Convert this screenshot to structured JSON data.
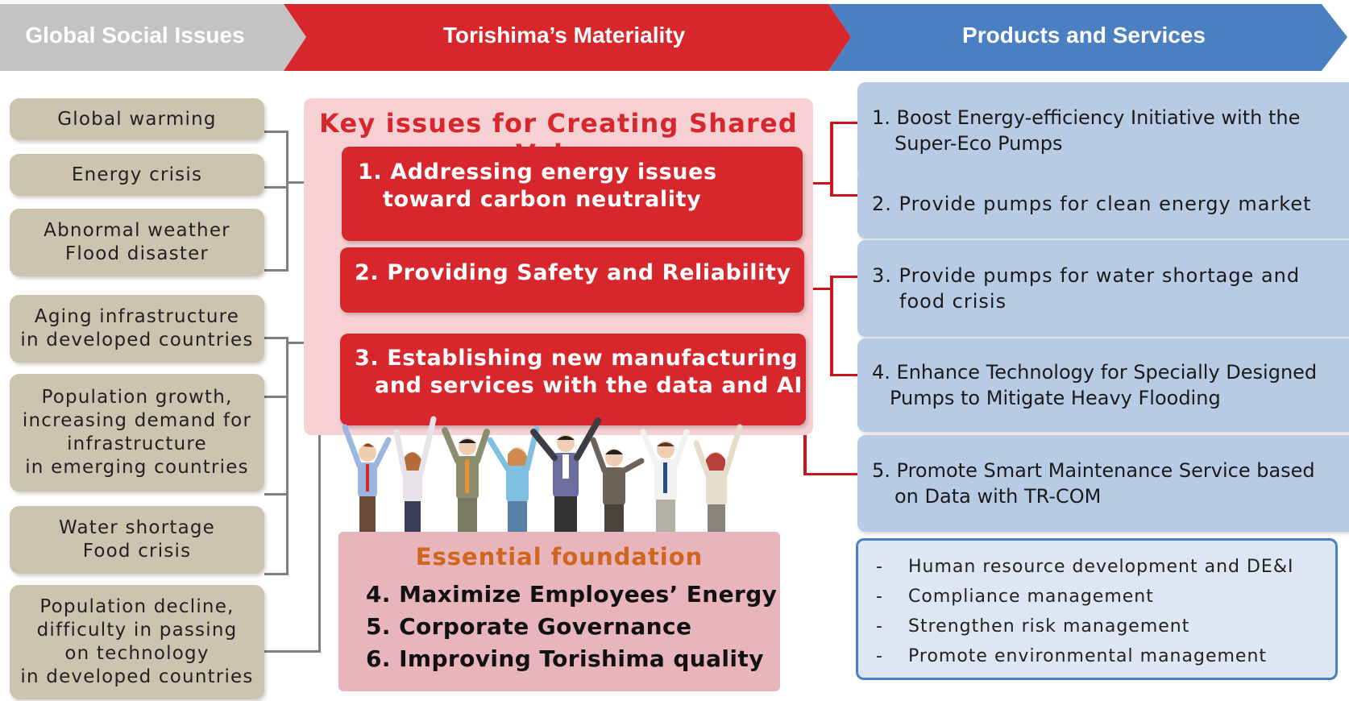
{
  "colors": {
    "header_grey": "#c3c3c3",
    "header_red": "#d7262c",
    "header_blue": "#4a7fc1",
    "issue_box": "#cdc4b0",
    "key_issues_bg": "#f6d0d3",
    "materiality_red": "#d7262c",
    "product_box": "#b7cce4",
    "foundation_bg": "#e8b5bc",
    "foundation_title": "#d0651f",
    "connector_red": "#c8161d",
    "connector_grey": "#7f7f7f"
  },
  "header": {
    "col1": "Global Social Issues",
    "col2": "Torishima’s Materiality",
    "col3": "Products and Services"
  },
  "social_issues": [
    {
      "lines": [
        "Global warming"
      ]
    },
    {
      "lines": [
        "Energy crisis"
      ]
    },
    {
      "lines": [
        "Abnormal weather",
        "Flood disaster"
      ]
    },
    {
      "lines": [
        "Aging infrastructure",
        "in developed countries"
      ]
    },
    {
      "lines": [
        "Population growth,",
        "increasing demand for",
        "infrastructure",
        "in emerging countries"
      ]
    },
    {
      "lines": [
        "Water shortage",
        "Food crisis"
      ]
    },
    {
      "lines": [
        "Population decline,",
        "difficulty in passing",
        "on technology",
        "in developed countries"
      ]
    }
  ],
  "key_issues": {
    "title": "Key issues for Creating Shared Value",
    "items": [
      {
        "lines": [
          "1. Addressing energy issues",
          "toward carbon neutrality"
        ]
      },
      {
        "lines": [
          "2. Providing Safety and Reliability"
        ]
      },
      {
        "lines": [
          "3. Establishing new manufacturing",
          "and  services with the data and AI"
        ]
      }
    ]
  },
  "illustration": {
    "icon": "cheering-people-illustration"
  },
  "foundation": {
    "title": "Essential foundation",
    "items": [
      "4. Maximize Employees’ Energy",
      "5. Corporate Governance",
      "6. Improving Torishima quality"
    ]
  },
  "products": [
    {
      "lines": [
        "1. Boost Energy-efficiency Initiative with the",
        "Super-Eco Pumps"
      ]
    },
    {
      "lines": [
        "2. Provide pumps for clean energy market"
      ]
    },
    {
      "lines": [
        "3. Provide pumps for water shortage and",
        "food crisis"
      ]
    },
    {
      "lines": [
        "4. Enhance Technology for Specially Designed",
        "Pumps to Mitigate Heavy Flooding"
      ]
    },
    {
      "lines": [
        "5. Promote Smart Maintenance Service based",
        "on Data with TR-COM"
      ]
    }
  ],
  "foundation_initiatives": {
    "bullet": "-",
    "items": [
      "Human resource development and DE&I",
      "Compliance management",
      "Strengthen risk management",
      "Promote environmental management"
    ]
  }
}
